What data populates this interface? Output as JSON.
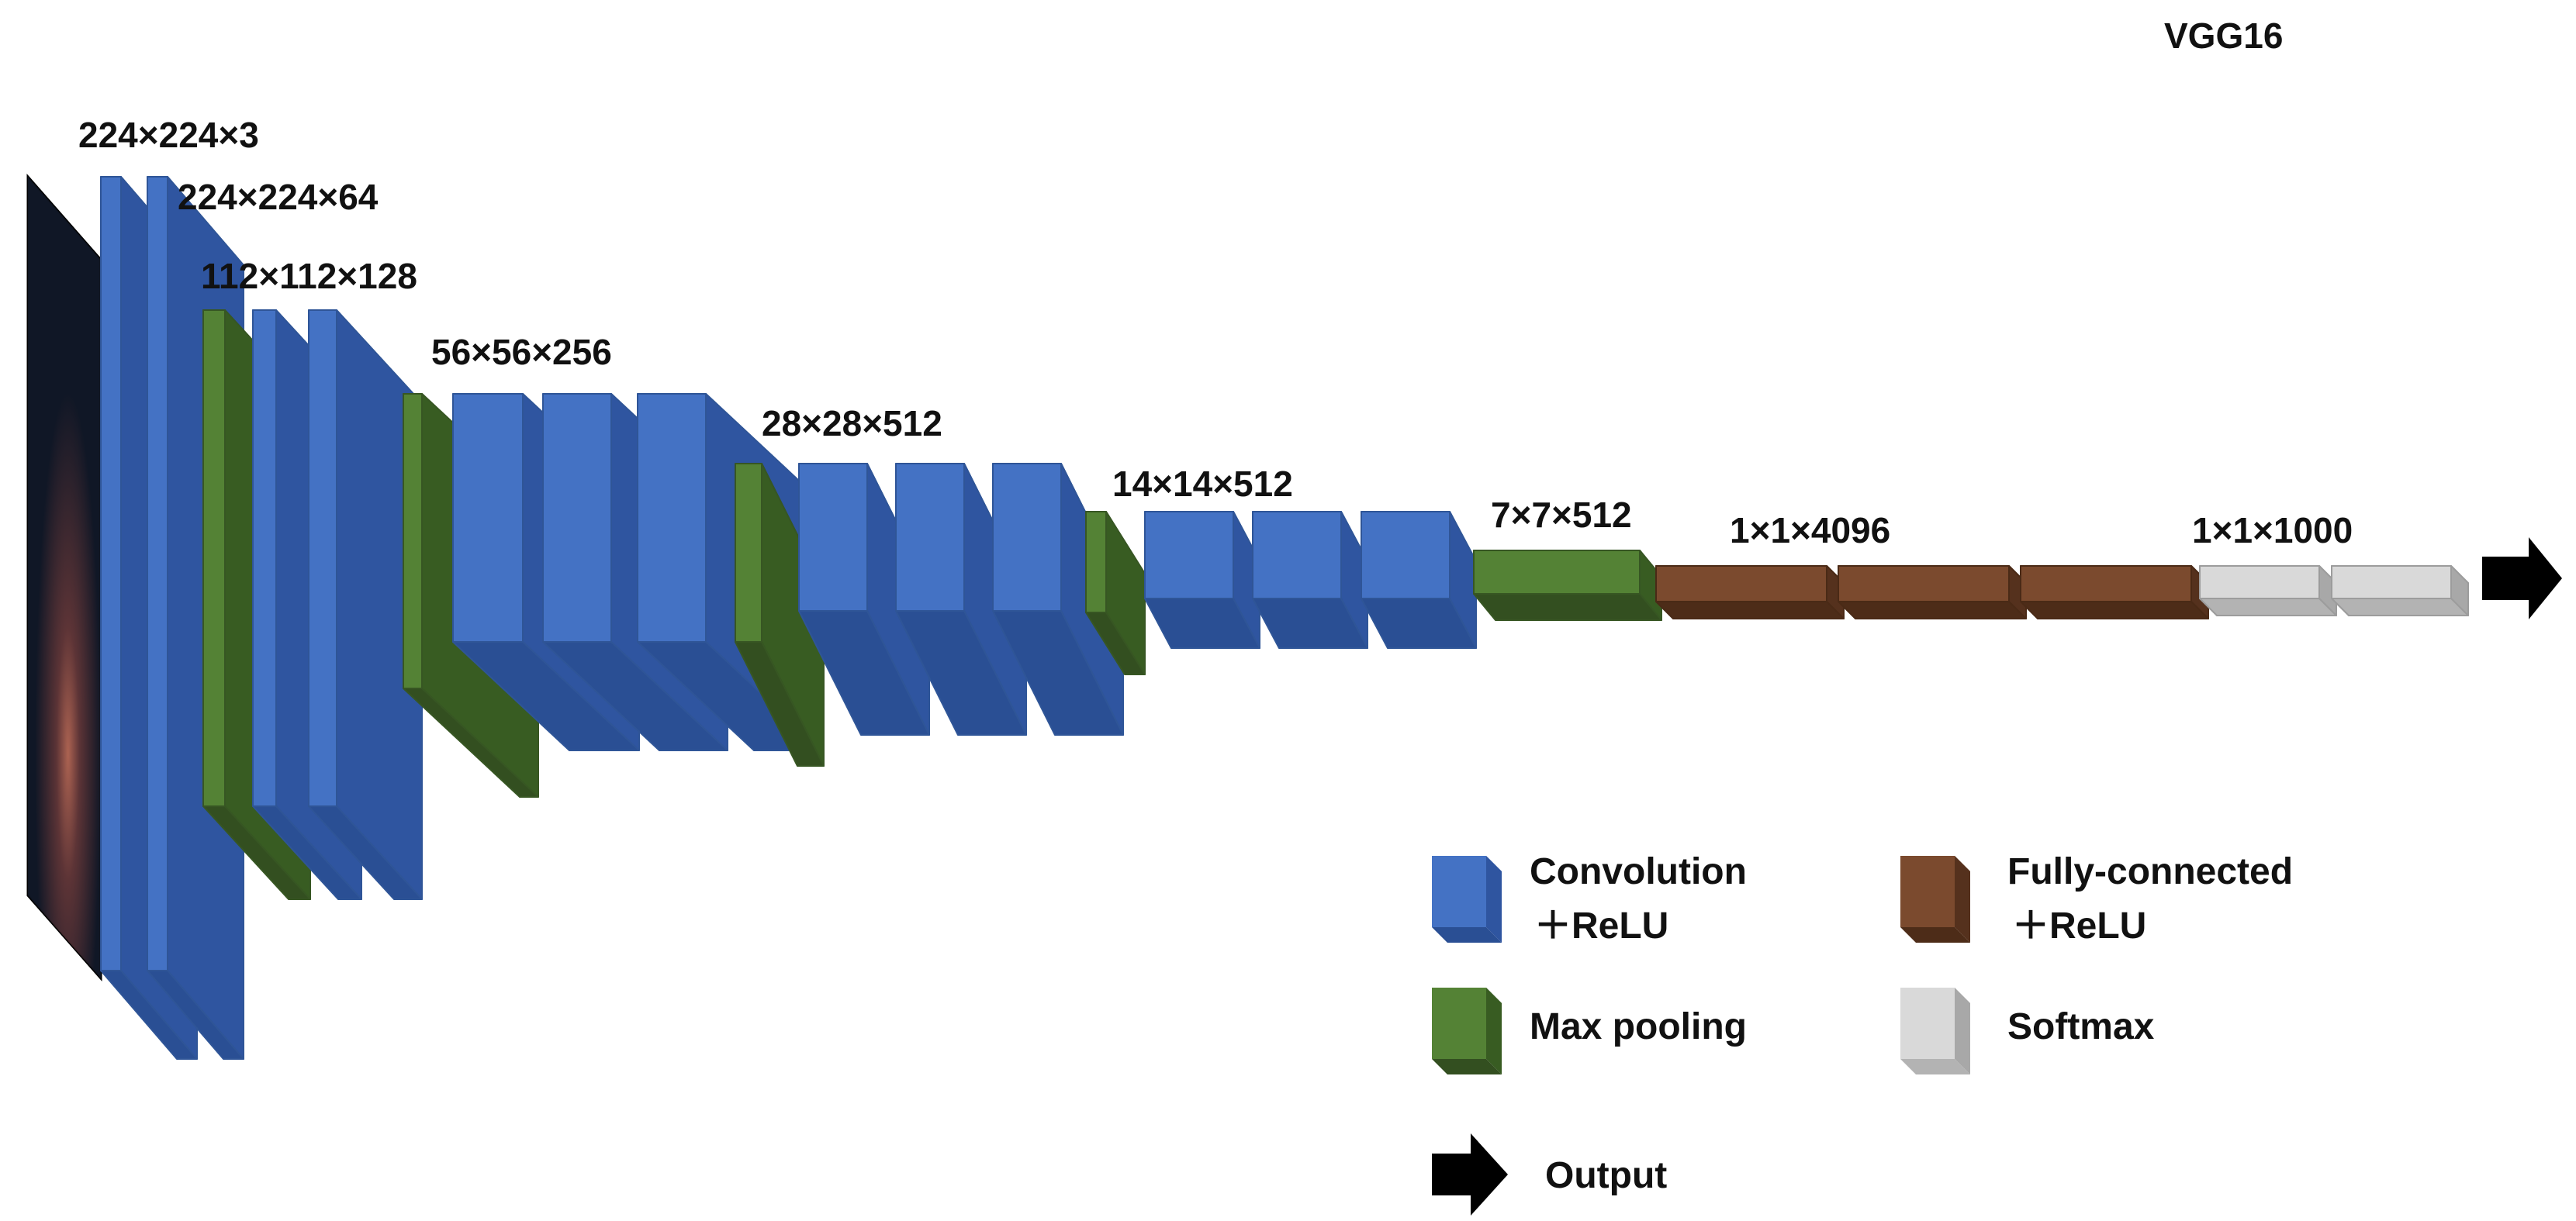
{
  "title": "VGG16",
  "stage_labels": [
    "224×224×3",
    "224×224×64",
    "112×112×128",
    "56×56×256",
    "28×28×512",
    "14×14×512",
    "7×7×512",
    "1×1×4096",
    "1×1×1000"
  ],
  "legend": {
    "conv_line1": "Convolution",
    "conv_line2": "＋ReLU",
    "fc_line1": "Fully-connected",
    "fc_line2": "＋ReLU",
    "pool": "Max pooling",
    "softmax": "Softmax",
    "output": "Output"
  },
  "colors": {
    "conv": "#4472c4",
    "pool": "#548235",
    "fc": "#7b4a2e",
    "softmax": "#d9d9d9",
    "output": "#000000",
    "input_image": "#111827"
  }
}
